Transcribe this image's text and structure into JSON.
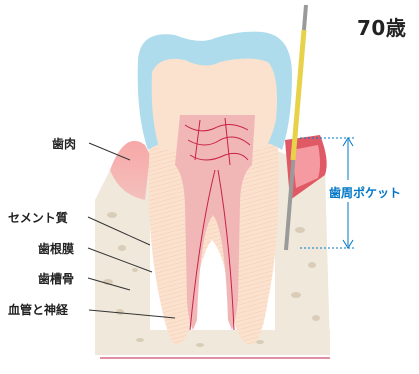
{
  "age_label": "70歳",
  "labels": {
    "gum": "歯肉",
    "cementum": "セメント質",
    "periodontal_ligament": "歯根膜",
    "alveolar_bone": "歯槽骨",
    "vessels_nerves": "血管と神経"
  },
  "pocket_label": "歯周ポケット",
  "colors": {
    "enamel": "#aedcec",
    "dentin": "#fbe2cf",
    "pulp": "#f1b7b7",
    "gum": "#f09a9a",
    "bone": "#efe8db",
    "pocket_accent": "#0077c8",
    "probe": "#e8d24a"
  }
}
